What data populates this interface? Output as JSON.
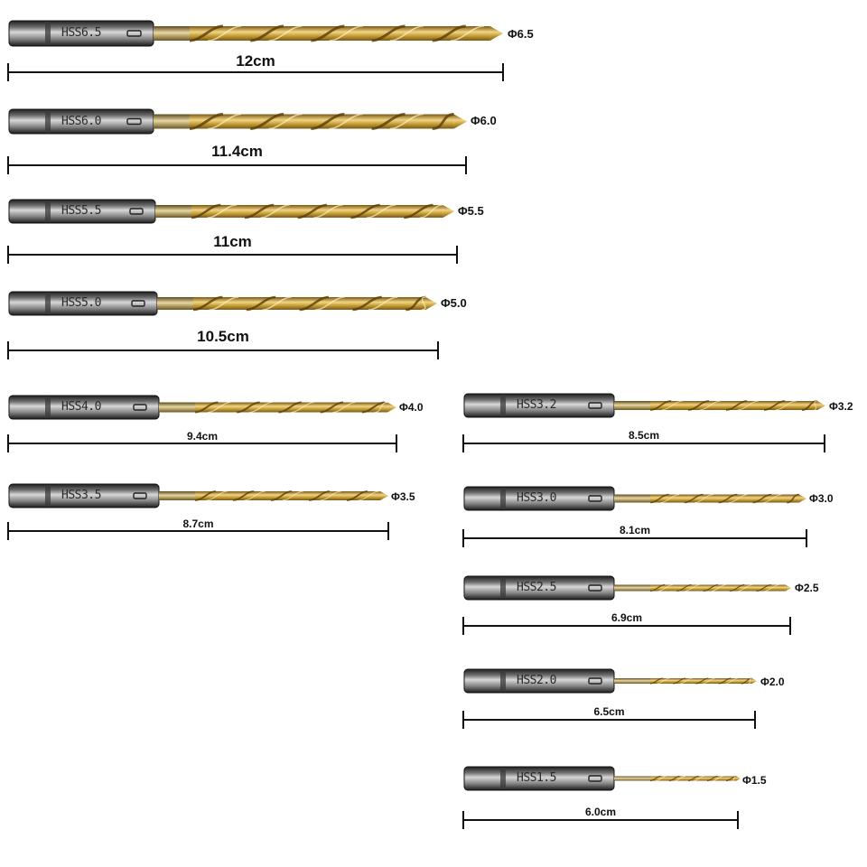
{
  "bits": [
    {
      "stamp": "HSS6.5",
      "diameter": "Φ6.5",
      "length": "12cm"
    },
    {
      "stamp": "HSS6.0",
      "diameter": "Φ6.0",
      "length": "11.4cm"
    },
    {
      "stamp": "HSS5.5",
      "diameter": "Φ5.5",
      "length": "11cm"
    },
    {
      "stamp": "HSS5.0",
      "diameter": "Φ5.0",
      "length": "10.5cm"
    },
    {
      "stamp": "HSS4.0",
      "diameter": "Φ4.0",
      "length": "9.4cm"
    },
    {
      "stamp": "HSS3.5",
      "diameter": "Φ3.5",
      "length": "8.7cm"
    },
    {
      "stamp": "HSS3.2",
      "diameter": "Φ3.2",
      "length": "8.5cm"
    },
    {
      "stamp": "HSS3.0",
      "diameter": "Φ3.0",
      "length": "8.1cm"
    },
    {
      "stamp": "HSS2.5",
      "diameter": "Φ2.5",
      "length": "6.9cm"
    },
    {
      "stamp": "HSS2.0",
      "diameter": "Φ2.0",
      "length": "6.5cm"
    },
    {
      "stamp": "HSS1.5",
      "diameter": "Φ1.5",
      "length": "6.0cm"
    }
  ],
  "colors": {
    "shank_dark": "#2e2e2e",
    "shank_light": "#d8d8d8",
    "gold_dark": "#7a5a14",
    "gold_light": "#f2d483",
    "ruler": "#111111"
  }
}
